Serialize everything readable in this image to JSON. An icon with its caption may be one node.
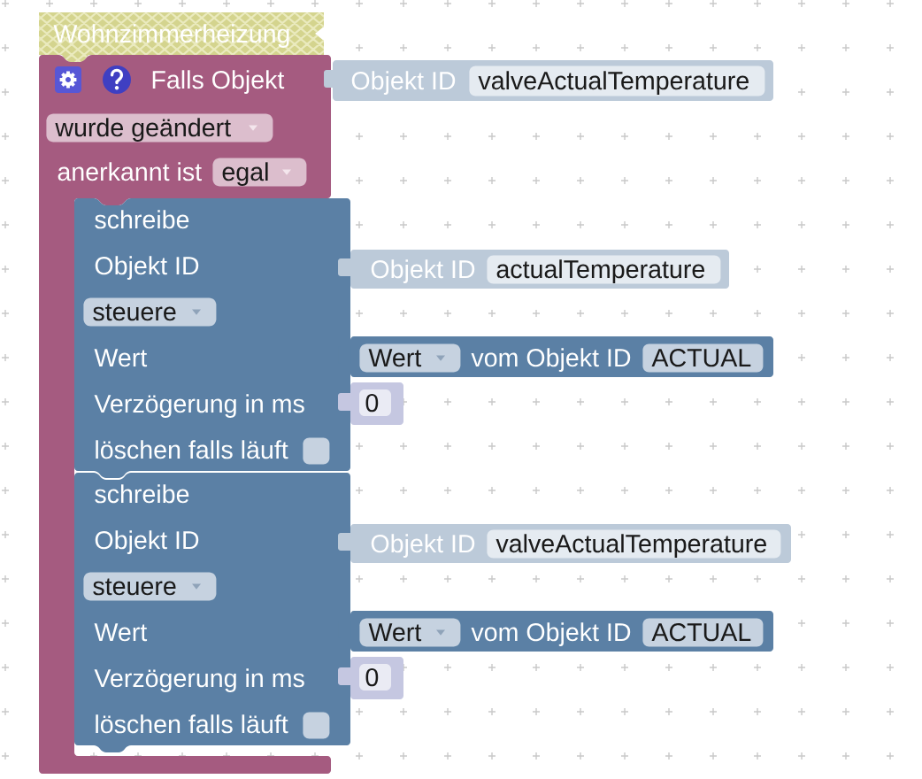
{
  "diagram": {
    "nodes": [
      {
        "text": [
          "Wohnzimmerheizung"
        ]
      },
      {
        "text": [
          "Falls Objekt",
          "anerkannt ist"
        ]
      },
      {
        "text": [
          "wurde geändert"
        ],
        "in": 1
      },
      {
        "text": [
          "egal"
        ],
        "in": 1
      },
      {
        "text": [
          "Objekt ID"
        ]
      },
      {
        "text": [
          "valveActualTemperature"
        ],
        "in": 4
      },
      {
        "text": [
          "schreibe",
          "Objekt ID",
          "Wert",
          "Verzögerung in ms",
          "löschen falls läuft"
        ]
      },
      {
        "text": [
          "steuere"
        ],
        "in": 6
      },
      {
        "text": [],
        "shape": "box",
        "in": 6
      },
      {
        "text": [
          "Objekt ID"
        ]
      },
      {
        "text": [
          "actualTemperature"
        ],
        "in": 9
      },
      {
        "text": [
          "vom Objekt ID"
        ]
      },
      {
        "text": [
          "Wert"
        ],
        "in": 11
      },
      {
        "text": [
          "ACTUAL"
        ],
        "in": 11
      },
      {
        "text": [
          "0"
        ]
      },
      {
        "text": [
          "schreibe",
          "Objekt ID",
          "Wert",
          "Verzögerung in ms",
          "löschen falls läuft"
        ]
      },
      {
        "text": [
          "steuere"
        ],
        "in": 15
      },
      {
        "text": [],
        "shape": "box",
        "in": 15
      },
      {
        "text": [
          "Objekt ID"
        ]
      },
      {
        "text": [
          "valveActualTemperature"
        ],
        "in": 18
      },
      {
        "text": [
          "vom Objekt ID"
        ]
      },
      {
        "text": [
          "Wert"
        ],
        "in": 20
      },
      {
        "text": [
          "ACTUAL"
        ],
        "in": 20
      },
      {
        "text": [
          "0"
        ]
      }
    ]
  }
}
